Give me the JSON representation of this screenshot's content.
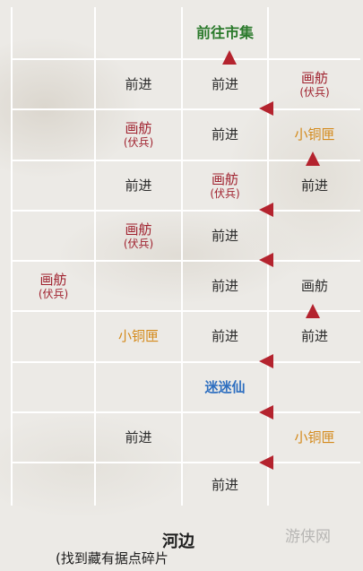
{
  "grid": {
    "rows": [
      [
        {
          "text": ""
        },
        {
          "text": ""
        },
        {
          "text": "前往市集",
          "style": "green"
        },
        {
          "text": ""
        }
      ],
      [
        {
          "text": ""
        },
        {
          "text": "前进"
        },
        {
          "text": "前进"
        },
        {
          "text": "画舫",
          "sub": "(伏兵)",
          "style": "red"
        }
      ],
      [
        {
          "text": ""
        },
        {
          "text": "画舫",
          "sub": "(伏兵)",
          "style": "red"
        },
        {
          "text": "前进"
        },
        {
          "text": "小铜匣",
          "style": "orange"
        }
      ],
      [
        {
          "text": ""
        },
        {
          "text": "前进"
        },
        {
          "text": "画舫",
          "sub": "(伏兵)",
          "style": "red"
        },
        {
          "text": "前进"
        }
      ],
      [
        {
          "text": ""
        },
        {
          "text": "画舫",
          "sub": "(伏兵)",
          "style": "red"
        },
        {
          "text": "前进"
        },
        {
          "text": ""
        }
      ],
      [
        {
          "text": "画舫",
          "sub": "(伏兵)",
          "style": "red"
        },
        {
          "text": ""
        },
        {
          "text": "前进"
        },
        {
          "text": "画舫"
        }
      ],
      [
        {
          "text": ""
        },
        {
          "text": "小铜匣",
          "style": "orange"
        },
        {
          "text": "前进"
        },
        {
          "text": "前进"
        }
      ],
      [
        {
          "text": ""
        },
        {
          "text": ""
        },
        {
          "text": "迷迷仙",
          "style": "blue"
        },
        {
          "text": ""
        }
      ],
      [
        {
          "text": ""
        },
        {
          "text": "前进"
        },
        {
          "text": ""
        },
        {
          "text": "小铜匣",
          "style": "orange"
        }
      ],
      [
        {
          "text": ""
        },
        {
          "text": ""
        },
        {
          "text": "前进"
        },
        {
          "text": ""
        }
      ]
    ]
  },
  "arrows": [
    {
      "dir": "up"
    },
    {
      "dir": "left"
    },
    {
      "dir": "up"
    },
    {
      "dir": "left"
    },
    {
      "dir": "left"
    },
    {
      "dir": "up"
    },
    {
      "dir": "left"
    },
    {
      "dir": "left"
    },
    {
      "dir": "left"
    }
  ],
  "footer": {
    "title": "河边",
    "subtitle": "(找到藏有据点碎片"
  },
  "watermark": "游侠网",
  "colors": {
    "arrow": "#b4232e",
    "red": "#a0222f",
    "orange": "#d48a1b",
    "blue": "#2e6fc0",
    "green": "#2b7a2c"
  }
}
